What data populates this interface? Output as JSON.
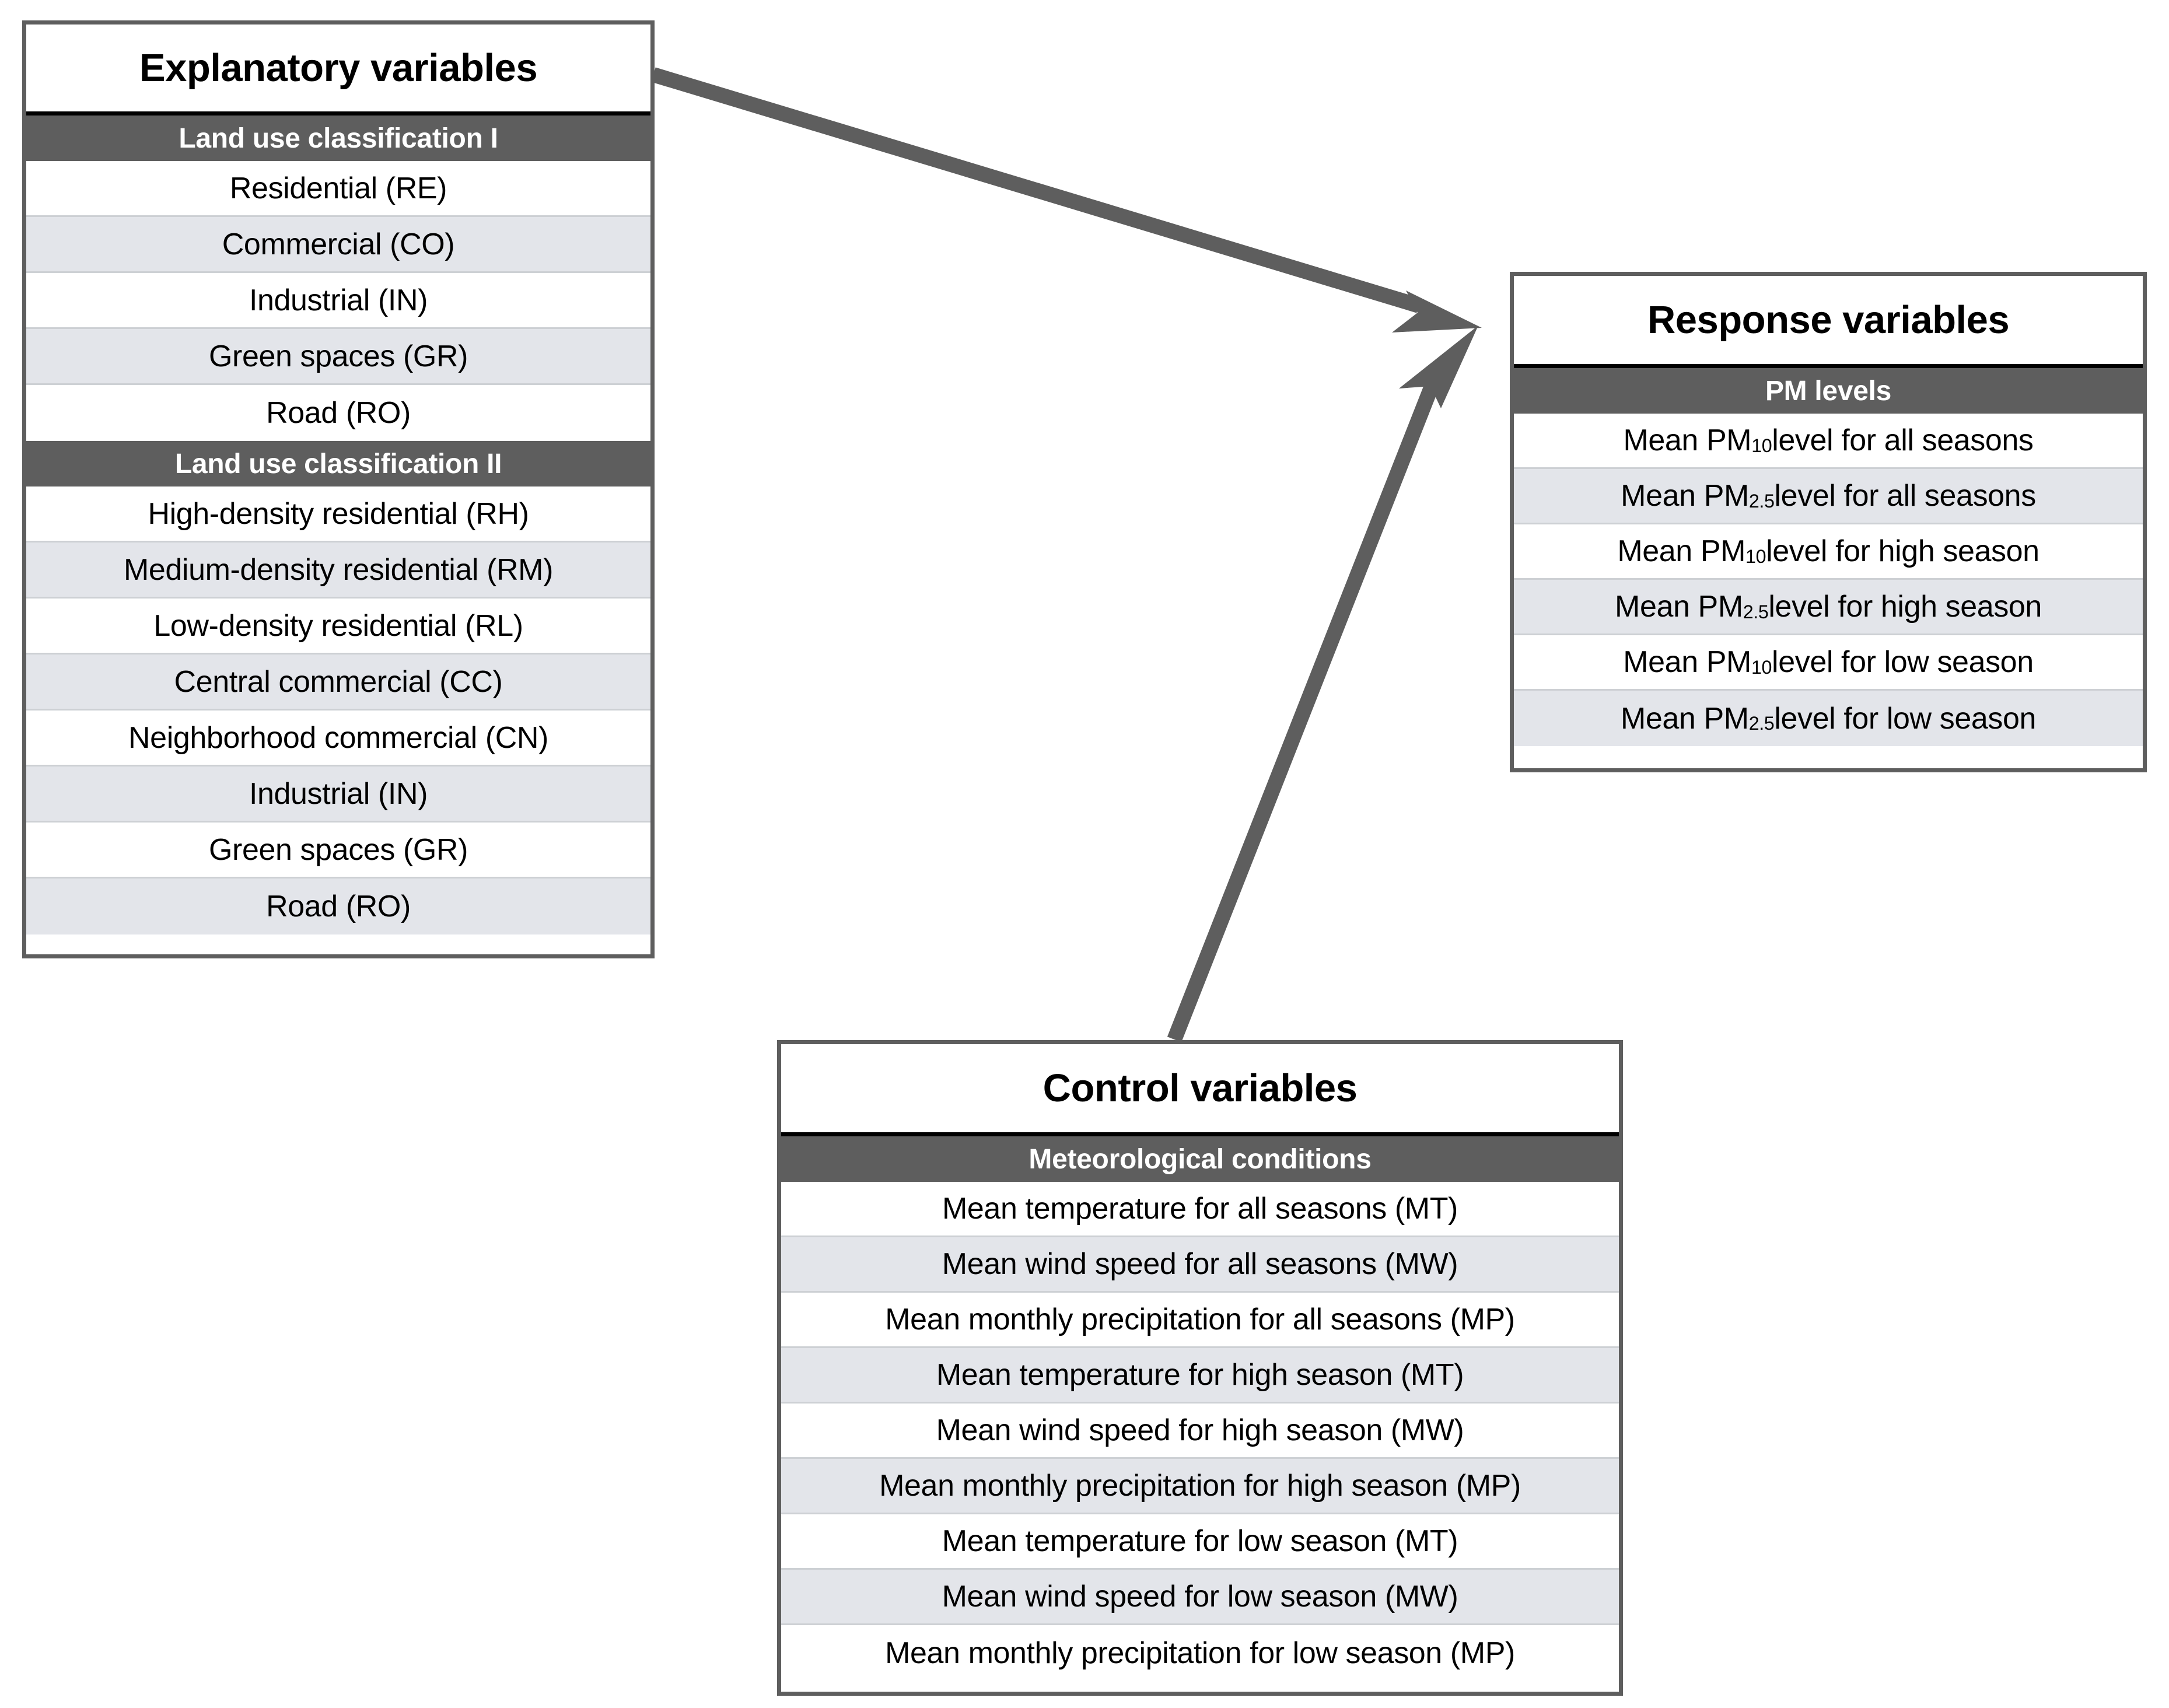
{
  "diagram": {
    "colors": {
      "box_border": "#5e5e5e",
      "section_header_bg": "#5e5e5e",
      "section_header_text": "#ffffff",
      "row_alt_bg": "#e3e5ea",
      "row_bg": "#ffffff",
      "arrow": "#5e5e5e",
      "text": "#000000"
    },
    "boxes": {
      "explanatory": {
        "title": "Explanatory variables",
        "sections": [
          {
            "header": "Land use classification I",
            "rows": [
              "Residential (RE)",
              "Commercial (CO)",
              "Industrial (IN)",
              "Green spaces (GR)",
              "Road (RO)"
            ]
          },
          {
            "header": "Land use classification II",
            "rows": [
              "High-density residential (RH)",
              "Medium-density residential (RM)",
              "Low-density residential (RL)",
              "Central commercial (CC)",
              "Neighborhood commercial (CN)",
              "Industrial (IN)",
              "Green spaces (GR)",
              "Road (RO)"
            ]
          }
        ]
      },
      "response": {
        "title": "Response variables",
        "sections": [
          {
            "header": "PM levels",
            "rows": [
              {
                "pre": "Mean PM",
                "sub": "10",
                "post": " level for all seasons"
              },
              {
                "pre": "Mean PM",
                "sub": "2.5",
                "post": " level for all seasons"
              },
              {
                "pre": "Mean PM",
                "sub": "10",
                "post": " level for high season"
              },
              {
                "pre": "Mean PM",
                "sub": "2.5",
                "post": " level for high season"
              },
              {
                "pre": "Mean PM",
                "sub": "10",
                "post": " level for low season"
              },
              {
                "pre": "Mean PM",
                "sub": "2.5",
                "post": " level for low season"
              }
            ]
          }
        ]
      },
      "control": {
        "title": "Control variables",
        "sections": [
          {
            "header": "Meteorological conditions",
            "rows": [
              "Mean temperature for all seasons (MT)",
              "Mean wind speed for all seasons (MW)",
              "Mean monthly precipitation for all seasons (MP)",
              "Mean temperature for high season (MT)",
              "Mean wind speed for high season (MW)",
              "Mean monthly precipitation for high season (MP)",
              "Mean temperature for low season (MT)",
              "Mean wind speed for low season (MW)",
              "Mean monthly precipitation for low season (MP)"
            ]
          }
        ]
      }
    },
    "arrows": [
      {
        "name": "explanatory-to-response",
        "from": "explanatory",
        "to": "response"
      },
      {
        "name": "control-to-response",
        "from": "control",
        "to": "response"
      }
    ]
  }
}
